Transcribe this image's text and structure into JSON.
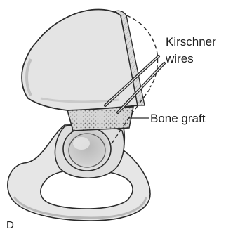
{
  "labels": {
    "kirschner_line1": "Kirschner",
    "kirschner_line2": "wires",
    "bone_graft": "Bone graft",
    "panel_letter": "D"
  },
  "colors": {
    "background": "#ffffff",
    "bone_fill": "#e4e4e4",
    "bone_shade": "#c9c9c9",
    "outline": "#2a2a2a",
    "text": "#1e1e1e"
  }
}
